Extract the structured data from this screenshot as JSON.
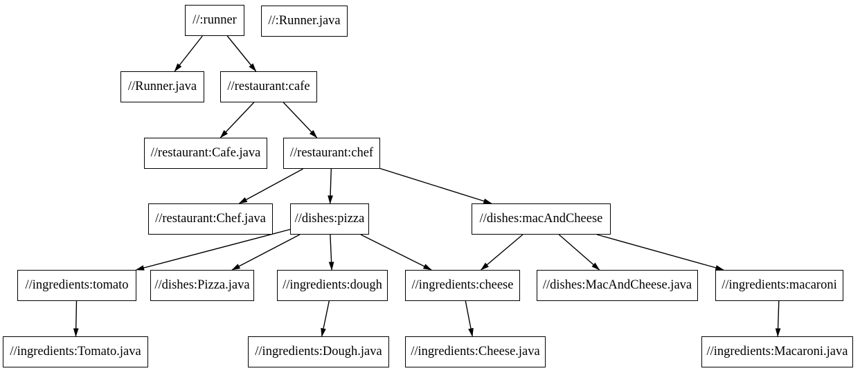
{
  "graph": {
    "background_color": "#ffffff",
    "node_fill_color": "#ffffff",
    "node_border_color": "#000000",
    "edge_color": "#000000",
    "nodes": [
      {
        "id": "runner",
        "label": "//:runner"
      },
      {
        "id": "root-runner-java",
        "label": "//:Runner.java"
      },
      {
        "id": "runner-java",
        "label": "//Runner.java"
      },
      {
        "id": "cafe",
        "label": "//restaurant:cafe"
      },
      {
        "id": "cafe-java",
        "label": "//restaurant:Cafe.java"
      },
      {
        "id": "chef",
        "label": "//restaurant:chef"
      },
      {
        "id": "chef-java",
        "label": "//restaurant:Chef.java"
      },
      {
        "id": "pizza",
        "label": "//dishes:pizza"
      },
      {
        "id": "mac-and-cheese",
        "label": "//dishes:macAndCheese"
      },
      {
        "id": "tomato",
        "label": "//ingredients:tomato"
      },
      {
        "id": "pizza-java",
        "label": "//dishes:Pizza.java"
      },
      {
        "id": "dough",
        "label": "//ingredients:dough"
      },
      {
        "id": "cheese",
        "label": "//ingredients:cheese"
      },
      {
        "id": "mac-and-cheese-java",
        "label": "//dishes:MacAndCheese.java"
      },
      {
        "id": "macaroni",
        "label": "//ingredients:macaroni"
      },
      {
        "id": "tomato-java",
        "label": "//ingredients:Tomato.java"
      },
      {
        "id": "dough-java",
        "label": "//ingredients:Dough.java"
      },
      {
        "id": "cheese-java",
        "label": "//ingredients:Cheese.java"
      },
      {
        "id": "macaroni-java",
        "label": "//ingredients:Macaroni.java"
      }
    ],
    "edges": [
      {
        "from": "runner",
        "to": "runner-java"
      },
      {
        "from": "runner",
        "to": "cafe"
      },
      {
        "from": "cafe",
        "to": "cafe-java"
      },
      {
        "from": "cafe",
        "to": "chef"
      },
      {
        "from": "chef",
        "to": "chef-java"
      },
      {
        "from": "chef",
        "to": "pizza"
      },
      {
        "from": "chef",
        "to": "mac-and-cheese"
      },
      {
        "from": "pizza",
        "to": "tomato"
      },
      {
        "from": "pizza",
        "to": "pizza-java"
      },
      {
        "from": "pizza",
        "to": "dough"
      },
      {
        "from": "pizza",
        "to": "cheese"
      },
      {
        "from": "mac-and-cheese",
        "to": "cheese"
      },
      {
        "from": "mac-and-cheese",
        "to": "mac-and-cheese-java"
      },
      {
        "from": "mac-and-cheese",
        "to": "macaroni"
      },
      {
        "from": "tomato",
        "to": "tomato-java"
      },
      {
        "from": "dough",
        "to": "dough-java"
      },
      {
        "from": "cheese",
        "to": "cheese-java"
      },
      {
        "from": "macaroni",
        "to": "macaroni-java"
      }
    ]
  }
}
